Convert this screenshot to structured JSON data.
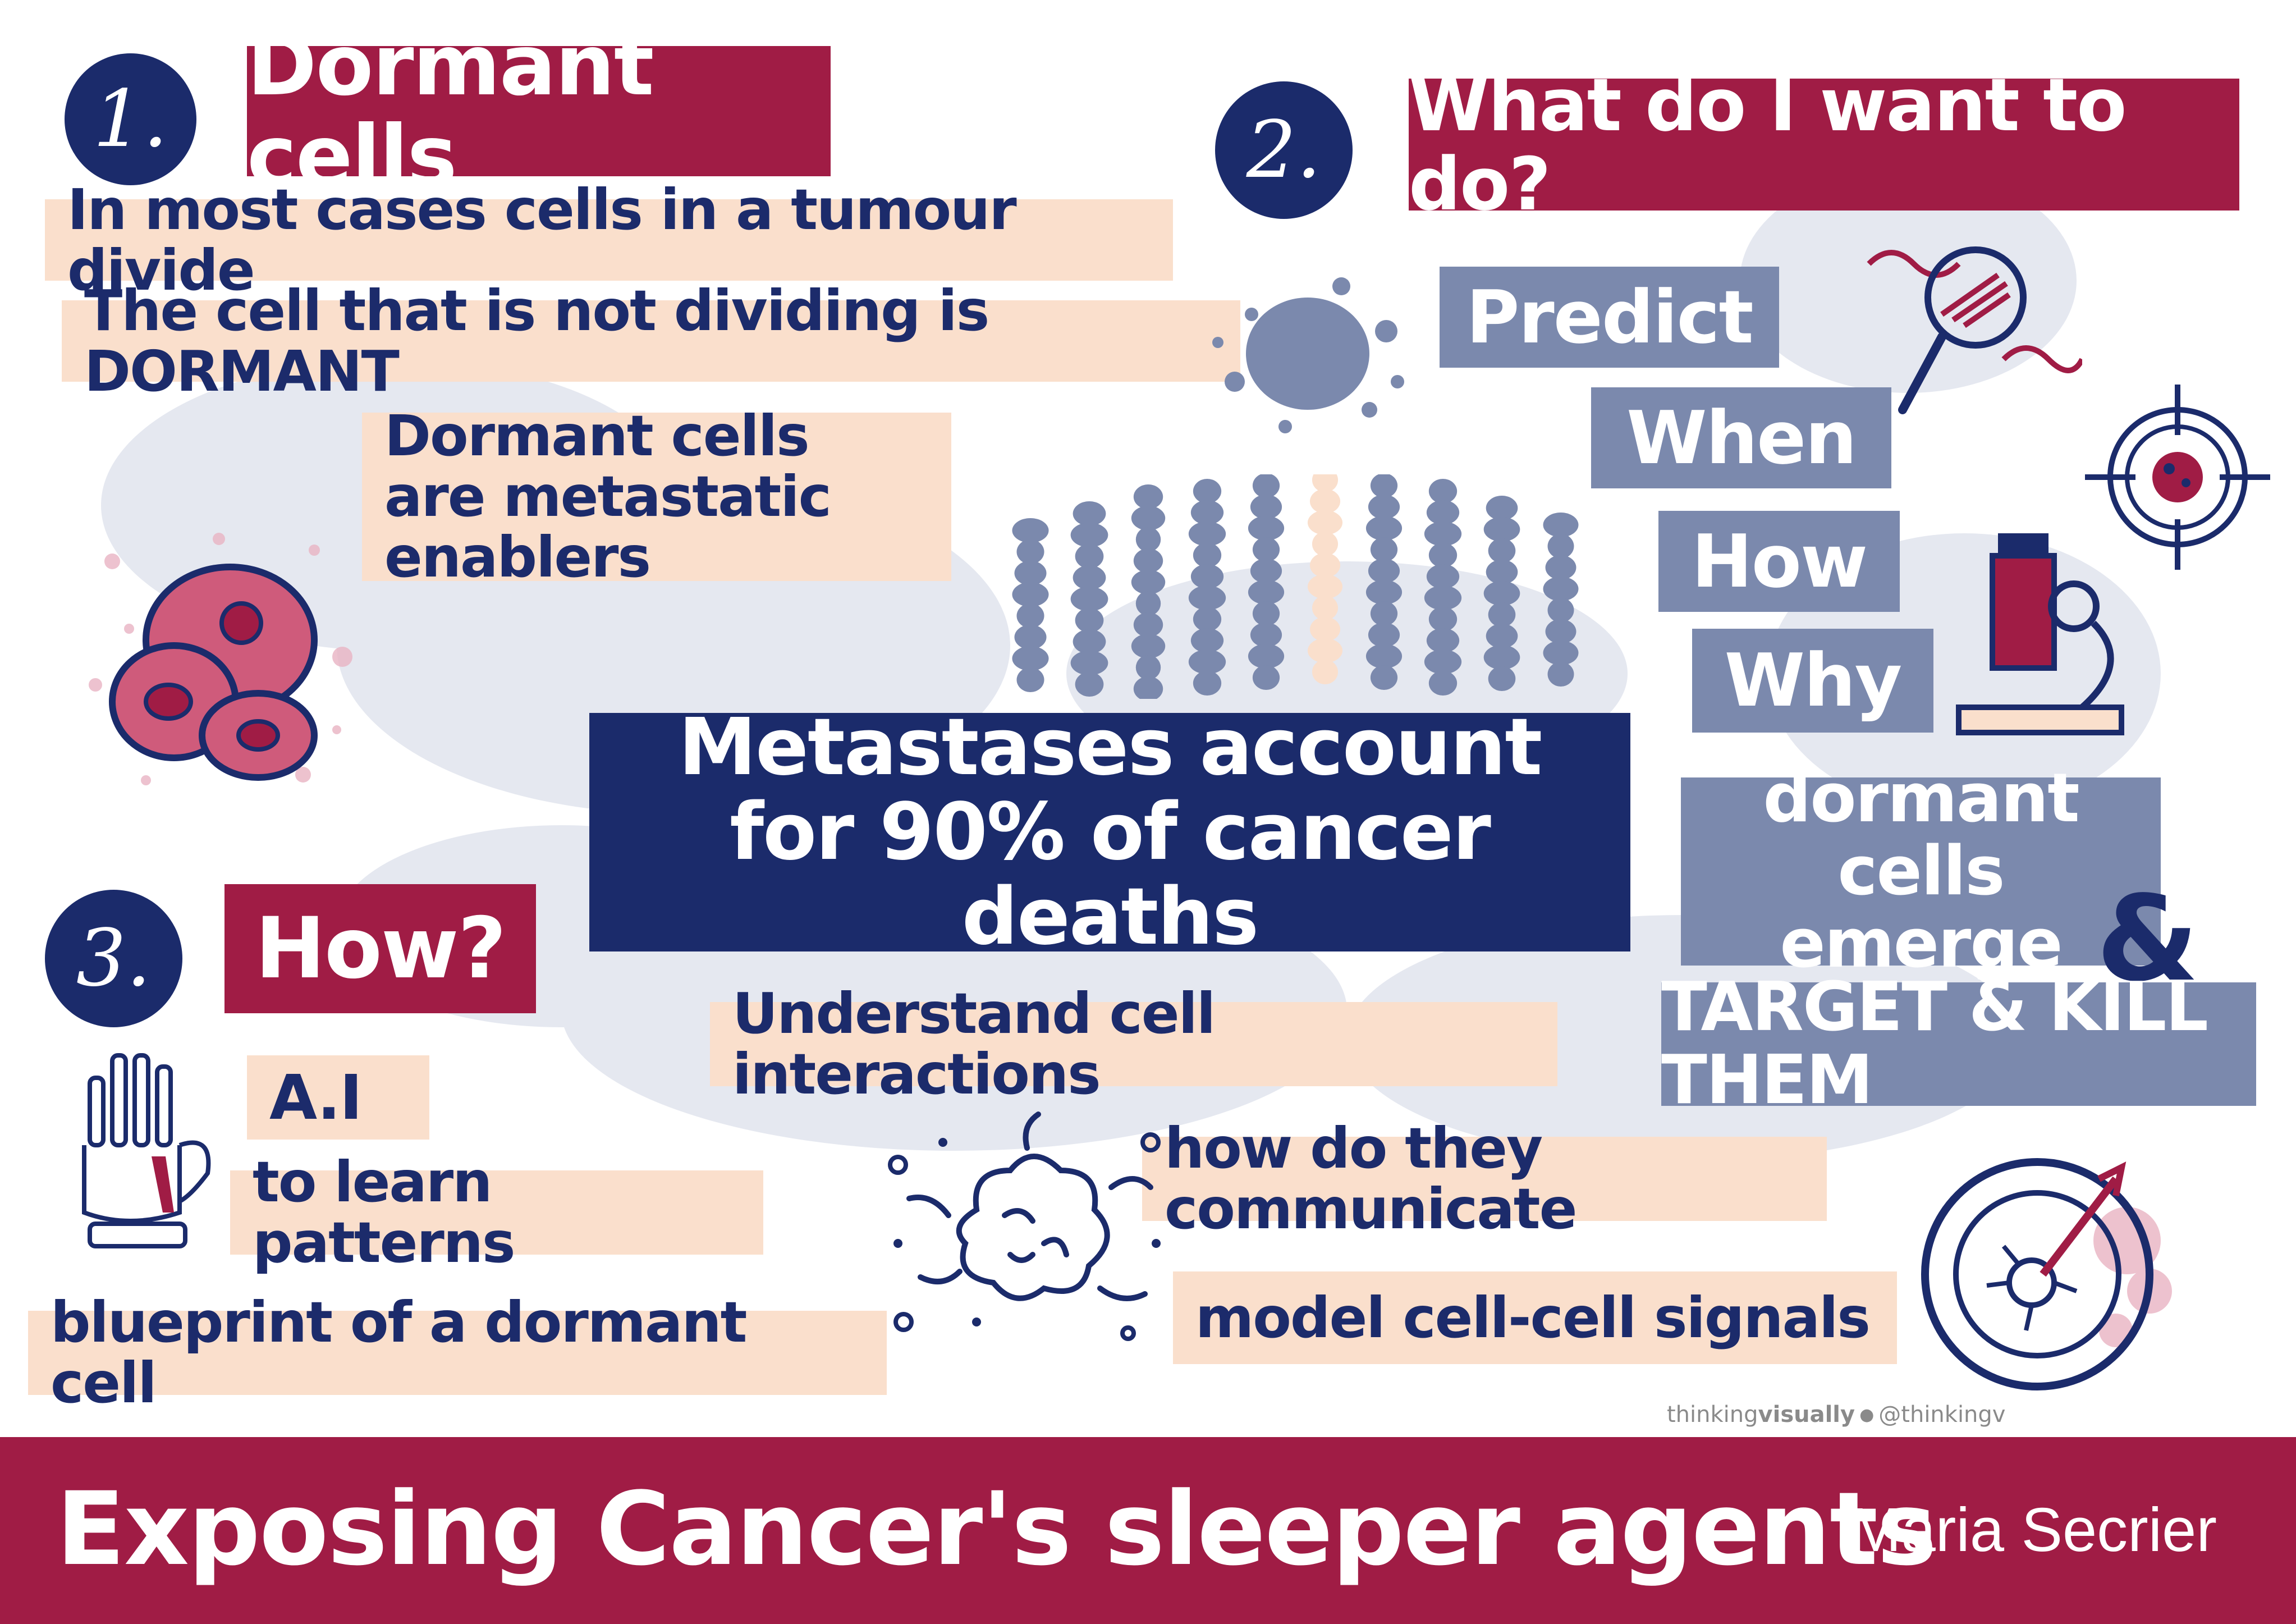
{
  "sections": {
    "s1": {
      "number": "1.",
      "title": "Dormant cells"
    },
    "s2": {
      "number": "2.",
      "title": "What do I want to do?"
    },
    "s3": {
      "number": "3.",
      "title": "How?"
    }
  },
  "section1_notes": [
    "In most cases cells in a tumour divide",
    "The cell that is not dividing is DORMANT",
    "Dormant cells are metastatic enablers"
  ],
  "center_statement": "Metastases account for 90% of cancer deaths",
  "section2_items": {
    "predict": "Predict",
    "when": "When",
    "how": "How",
    "why": "Why",
    "emerge": "dormant cells emerge",
    "ampersand": "&",
    "target": "TARGET & KILL THEM"
  },
  "section3_notes": {
    "ai": "A.I",
    "learn": "to learn patterns",
    "blueprint": "blueprint of a dormant cell",
    "understand": "Understand cell interactions",
    "communicate": "how do they communicate",
    "model": "model cell-cell signals"
  },
  "credit": {
    "brand_light": "thinking",
    "brand_bold": "visually",
    "handle": "@thinkingv"
  },
  "footer": {
    "title": "Exposing Cancer's sleeper agents",
    "author": "Maria Secrier"
  },
  "colors": {
    "crimson": "#a01c45",
    "navy": "#1b2b6b",
    "slate": "#7b89ad",
    "peach": "#fadfcc",
    "pink_splash": "#e9b3c3"
  }
}
